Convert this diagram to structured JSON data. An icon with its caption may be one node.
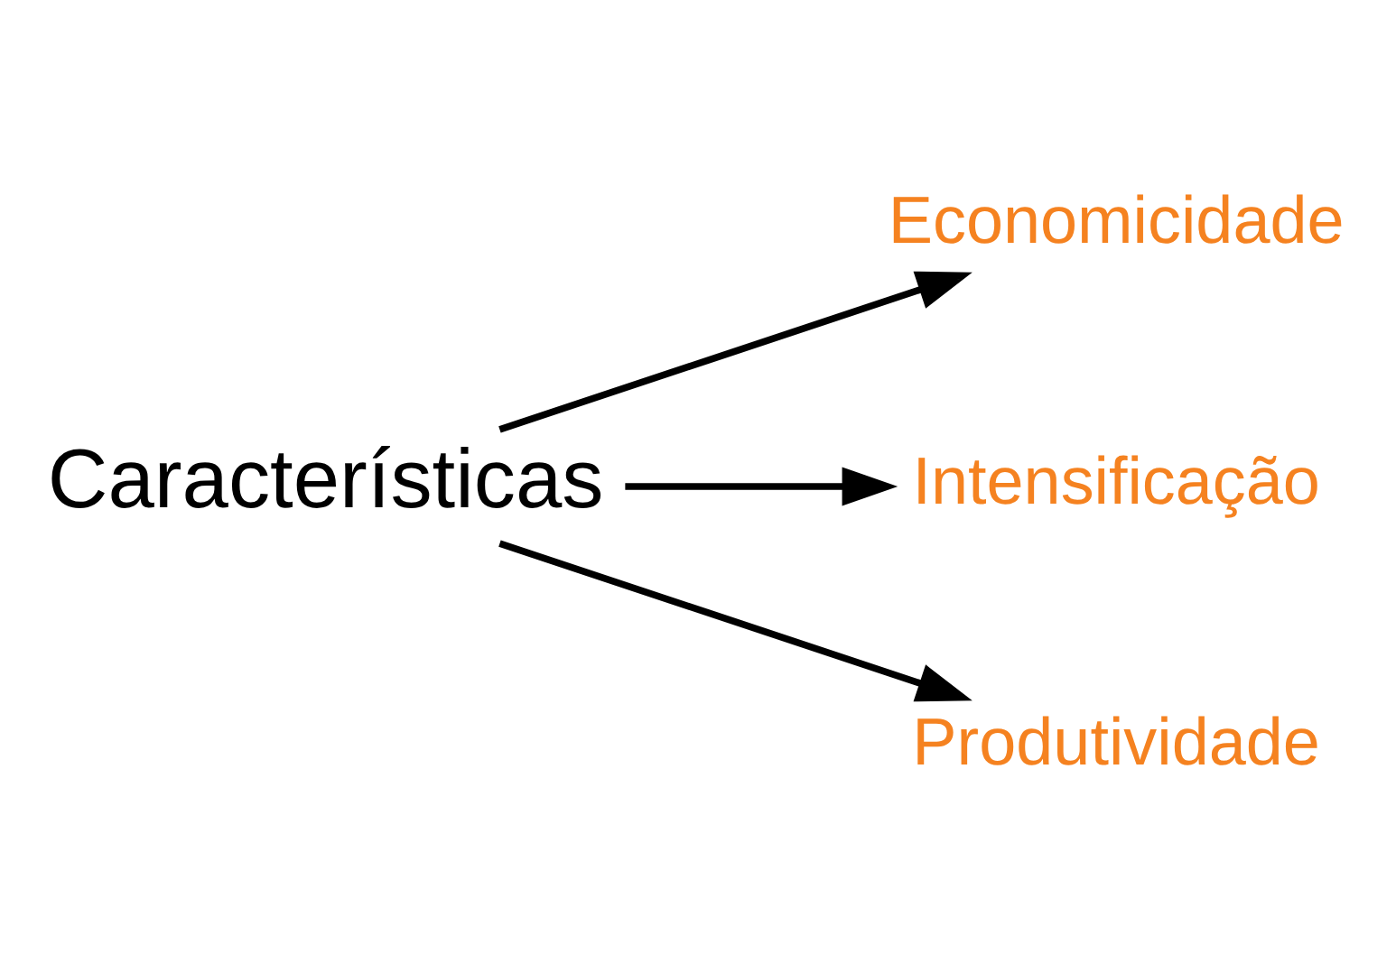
{
  "diagram": {
    "nodes": [
      {
        "text": [
          "Características"
        ]
      },
      {
        "text": [
          "Economicidade"
        ]
      },
      {
        "text": [
          "Intensificação"
        ]
      },
      {
        "text": [
          "Produtividade"
        ]
      }
    ],
    "edges": [
      {
        "from": 0,
        "to": 1,
        "arrow": "to"
      },
      {
        "from": 0,
        "to": 2,
        "arrow": "to"
      },
      {
        "from": 0,
        "to": 3,
        "arrow": "to"
      }
    ]
  }
}
